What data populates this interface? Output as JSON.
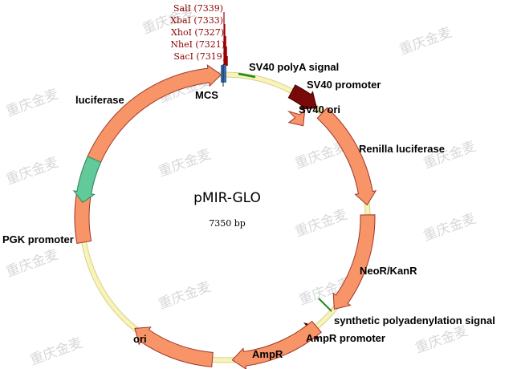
{
  "plasmid": {
    "name": "pMIR-GLO",
    "size_label": "7350 bp",
    "length_bp": 7350
  },
  "watermark": "重庆金麦",
  "colors": {
    "gene": "#f79468",
    "gene_stroke": "#a0362a",
    "promoter_dark": "#7a0a0a",
    "pgk": "#62c99a",
    "pgk_stroke": "#2e8a5c",
    "backbone": "#f8f3b8",
    "mcs": "#3c6aa8",
    "site_line": "#9a0000",
    "polyA": "#1e8a1e"
  },
  "sites": [
    {
      "label": "SalI (7339)"
    },
    {
      "label": "XbaI (7333)"
    },
    {
      "label": "XhoI (7327)"
    },
    {
      "label": "NheI (7321)"
    },
    {
      "label": "SacI (7319)"
    }
  ],
  "features": [
    {
      "id": "mcs",
      "label": "MCS"
    },
    {
      "id": "sv40-polya",
      "label": "SV40 polyA signal"
    },
    {
      "id": "sv40-promoter",
      "label": "SV40 promoter"
    },
    {
      "id": "sv40-ori",
      "label": "SV40 ori"
    },
    {
      "id": "renilla",
      "label": "Renilla luciferase"
    },
    {
      "id": "neor",
      "label": "NeoR/KanR"
    },
    {
      "id": "synth-polya",
      "label": "synthetic polyadenylation signal"
    },
    {
      "id": "ampr-promoter",
      "label": "AmpR promoter"
    },
    {
      "id": "ampr",
      "label": "AmpR"
    },
    {
      "id": "ori",
      "label": "ori"
    },
    {
      "id": "pgk",
      "label": "PGK promoter"
    },
    {
      "id": "luciferase",
      "label": "luciferase"
    }
  ]
}
